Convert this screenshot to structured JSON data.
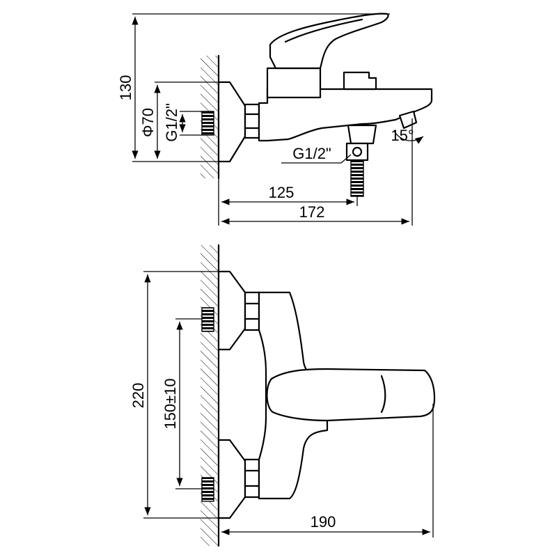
{
  "drawing": {
    "side_view": {
      "height_label": "130",
      "diameter_label": "Φ70",
      "inlet_thread_label": "G1/2\"",
      "outlet_thread_label": "G1/2\"",
      "angle_label": "15°",
      "depth_spout_label": "125",
      "depth_total_label": "172"
    },
    "front_view": {
      "height_label": "220",
      "centers_label": "150±10",
      "projection_label": "190"
    }
  }
}
